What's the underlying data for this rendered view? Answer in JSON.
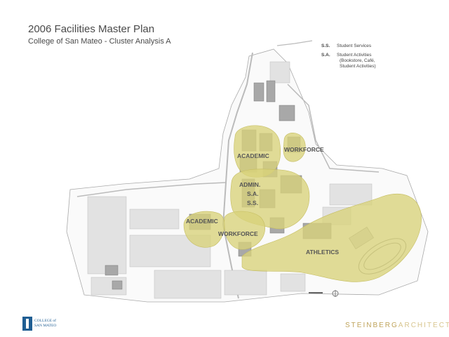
{
  "header": {
    "title": "2006 Facilities Master Plan",
    "subtitle": "College of San Mateo - Cluster Analysis A"
  },
  "legend": [
    {
      "code": "S.S.",
      "lines": [
        "Student Services"
      ]
    },
    {
      "code": "S.A.",
      "lines": [
        "Student Activities",
        "(Bookstore, Café,",
        "Student Activities)"
      ]
    }
  ],
  "zones": [
    {
      "label": "ACADEMIC",
      "name": "zone-academic-north"
    },
    {
      "label": "WORKFORCE",
      "name": "zone-workforce-north"
    },
    {
      "label": "ADMIN.",
      "name": "zone-admin"
    },
    {
      "label": "S.A.",
      "name": "zone-student-activities"
    },
    {
      "label": "S.S.",
      "name": "zone-student-services"
    },
    {
      "label": "ACADEMIC",
      "name": "zone-academic-west"
    },
    {
      "label": "WORKFORCE",
      "name": "zone-workforce-south"
    },
    {
      "label": "ATHLETICS",
      "name": "zone-athletics"
    }
  ],
  "logo": {
    "line1": "COLLEGE of",
    "line2": "SAN MATEO"
  },
  "firm": {
    "bold": "STEINBERG",
    "light": "ARCHITECTS"
  },
  "colors": {
    "zone_fill": "#d9d27a",
    "zone_stroke": "#b8b05a",
    "building": "#9a9a9a",
    "parking": "#d6d6d6"
  }
}
